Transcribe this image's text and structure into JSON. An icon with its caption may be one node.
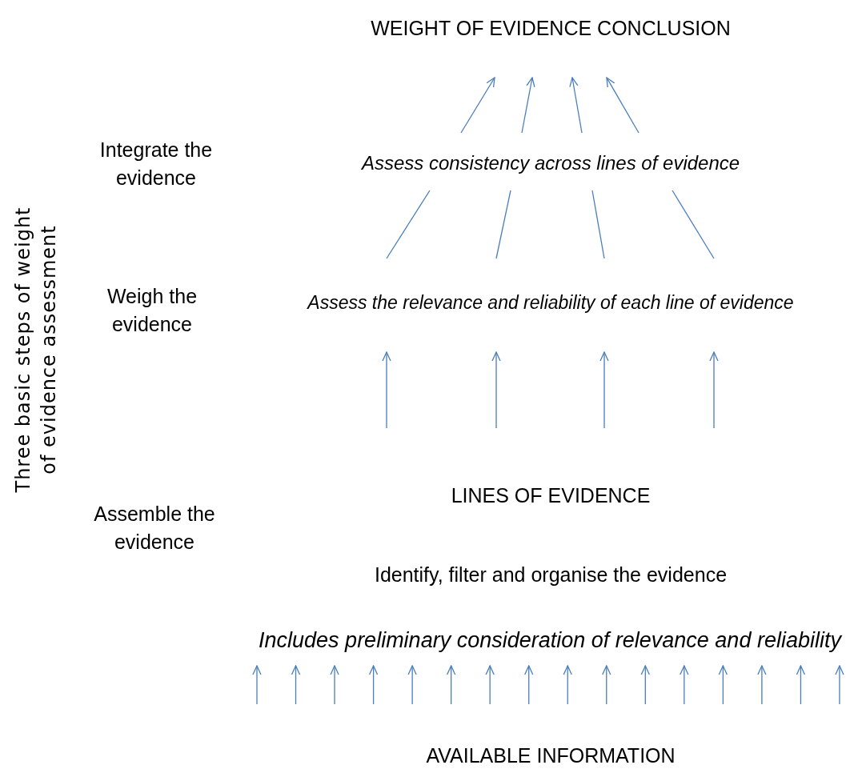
{
  "diagram": {
    "nodes": [
      {
        "text": [
          "WEIGHT OF EVIDENCE CONCLUSION"
        ]
      },
      {
        "text": [
          "Assess consistency across lines of evidence"
        ]
      },
      {
        "text": [
          "Assess the relevance and reliability of each line of evidence"
        ]
      },
      {
        "text": [
          "LINES OF EVIDENCE"
        ]
      },
      {
        "text": [
          "Identify, filter and organise the evidence"
        ]
      },
      {
        "text": [
          "Includes preliminary consideration of relevance and reliability"
        ]
      },
      {
        "text": [
          "AVAILABLE INFORMATION"
        ]
      }
    ],
    "edges": [
      {
        "from": 1,
        "to": 0,
        "arrow": "to"
      },
      {
        "from": 1,
        "to": 0,
        "arrow": "to"
      },
      {
        "from": 1,
        "to": 0,
        "arrow": "to"
      },
      {
        "from": 1,
        "to": 0,
        "arrow": "to"
      },
      {
        "from": 2,
        "to": 1,
        "arrow": "none"
      },
      {
        "from": 2,
        "to": 1,
        "arrow": "none"
      },
      {
        "from": 2,
        "to": 1,
        "arrow": "none"
      },
      {
        "from": 2,
        "to": 1,
        "arrow": "none"
      },
      {
        "from": null,
        "to": 2,
        "arrow": "to"
      },
      {
        "from": null,
        "to": 2,
        "arrow": "to"
      },
      {
        "from": null,
        "to": 2,
        "arrow": "to"
      },
      {
        "from": null,
        "to": 2,
        "arrow": "to"
      },
      {
        "from": null,
        "to": 5,
        "arrow": "to"
      },
      {
        "from": null,
        "to": 5,
        "arrow": "to"
      },
      {
        "from": null,
        "to": 5,
        "arrow": "to"
      },
      {
        "from": null,
        "to": 5,
        "arrow": "to"
      },
      {
        "from": null,
        "to": 5,
        "arrow": "to"
      },
      {
        "from": null,
        "to": 5,
        "arrow": "to"
      },
      {
        "from": null,
        "to": 5,
        "arrow": "to"
      },
      {
        "from": null,
        "to": 5,
        "arrow": "to"
      },
      {
        "from": null,
        "to": 5,
        "arrow": "to"
      },
      {
        "from": null,
        "to": 5,
        "arrow": "to"
      },
      {
        "from": null,
        "to": 5,
        "arrow": "to"
      },
      {
        "from": null,
        "to": 5,
        "arrow": "to"
      },
      {
        "from": null,
        "to": 5,
        "arrow": "to"
      },
      {
        "from": null,
        "to": 5,
        "arrow": "to"
      },
      {
        "from": null,
        "to": 5,
        "arrow": "to"
      },
      {
        "from": null,
        "to": 5,
        "arrow": "to"
      }
    ],
    "labels": [
      "Three basic steps of weight of evidence assessment",
      "Integrate the evidence",
      "Weigh the evidence",
      "Assemble the evidence"
    ]
  }
}
